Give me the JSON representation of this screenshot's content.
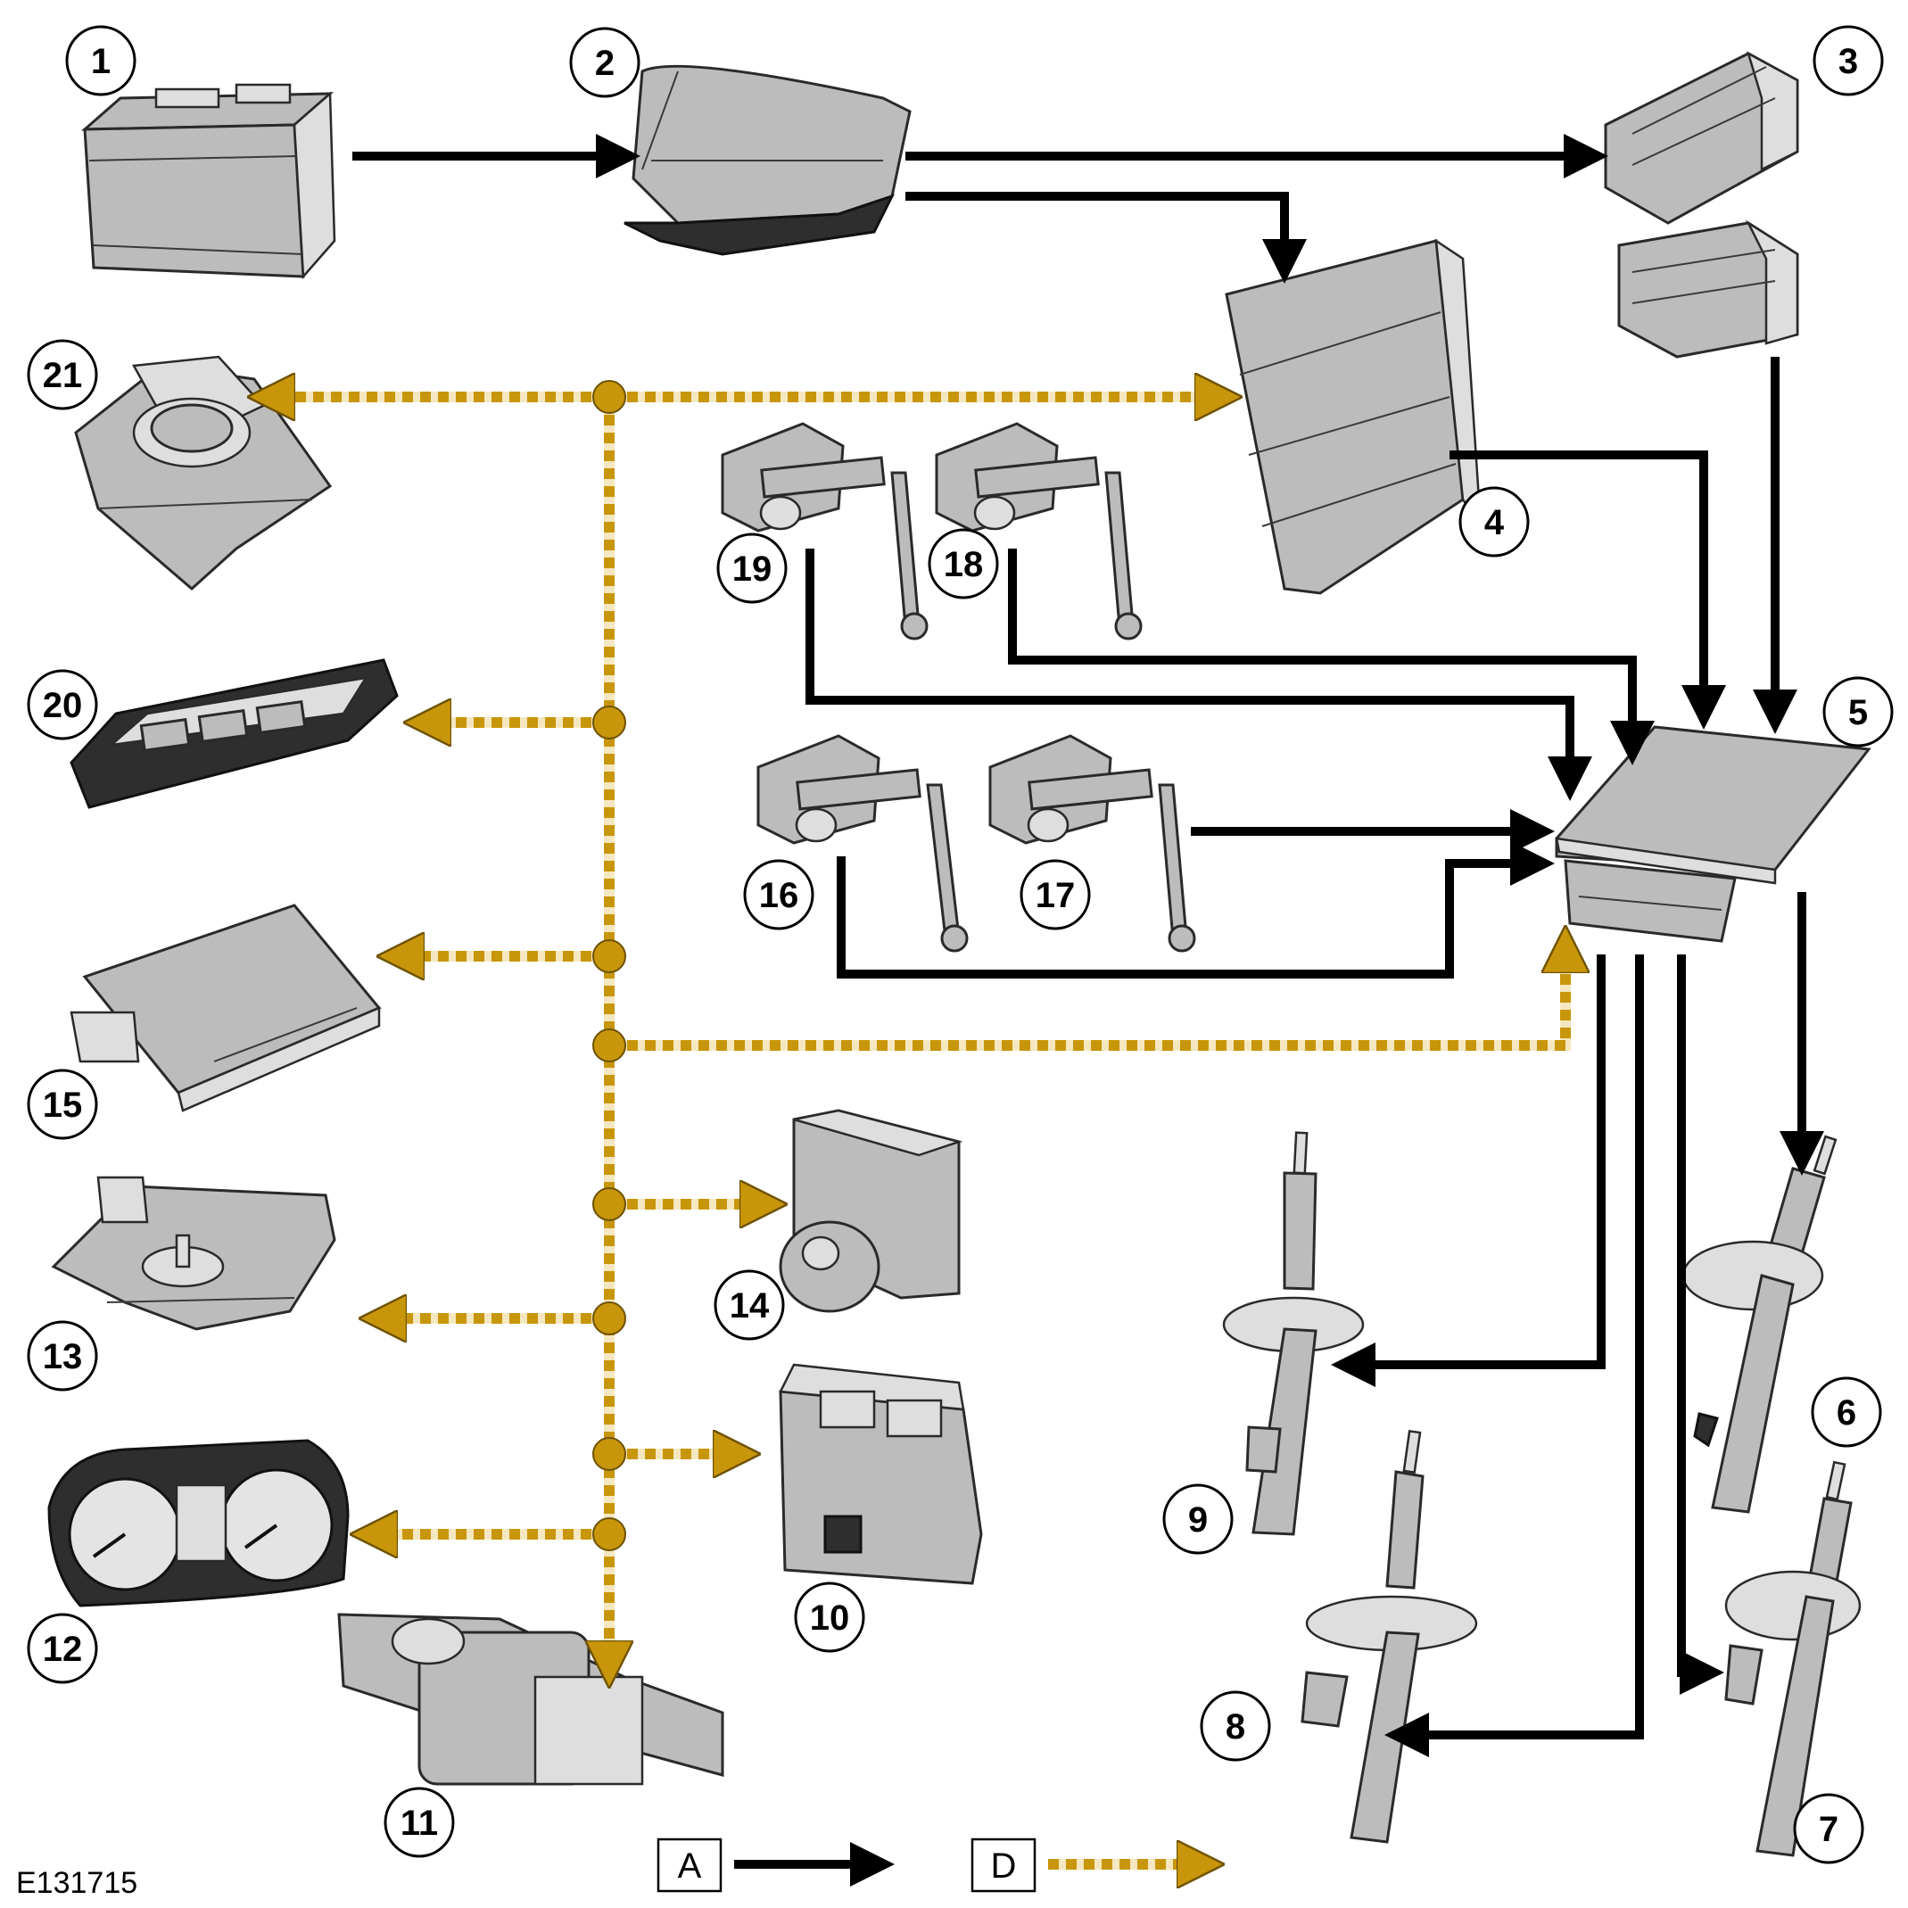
{
  "figure": {
    "reference": "E131715",
    "callouts": [
      "1",
      "2",
      "3",
      "4",
      "5",
      "6",
      "7",
      "8",
      "9",
      "10",
      "11",
      "12",
      "13",
      "14",
      "15",
      "16",
      "17",
      "18",
      "19",
      "20",
      "21"
    ]
  },
  "key": {
    "hardwired_label": "A",
    "network_label": "D"
  },
  "colors": {
    "hardwired": "#000000",
    "network": "#c8960a",
    "component_fill": "#bcbcbc"
  }
}
